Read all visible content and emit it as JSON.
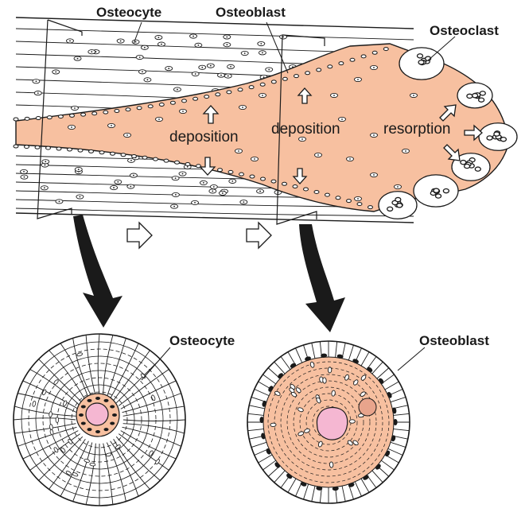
{
  "labels": {
    "osteocyte_top": "Osteocyte",
    "osteoblast_top": "Osteoblast",
    "osteoclast": "Osteoclast",
    "deposition_left": "deposition",
    "deposition_right": "deposition",
    "resorption": "resorption",
    "osteocyte_bottom": "Osteocyte",
    "osteoblast_bottom": "Osteoblast"
  },
  "colors": {
    "bone_fill": "#f7c0a0",
    "marrow_fill": "#f5b7d2",
    "ink": "#1a1a1a",
    "paper": "#ffffff"
  }
}
